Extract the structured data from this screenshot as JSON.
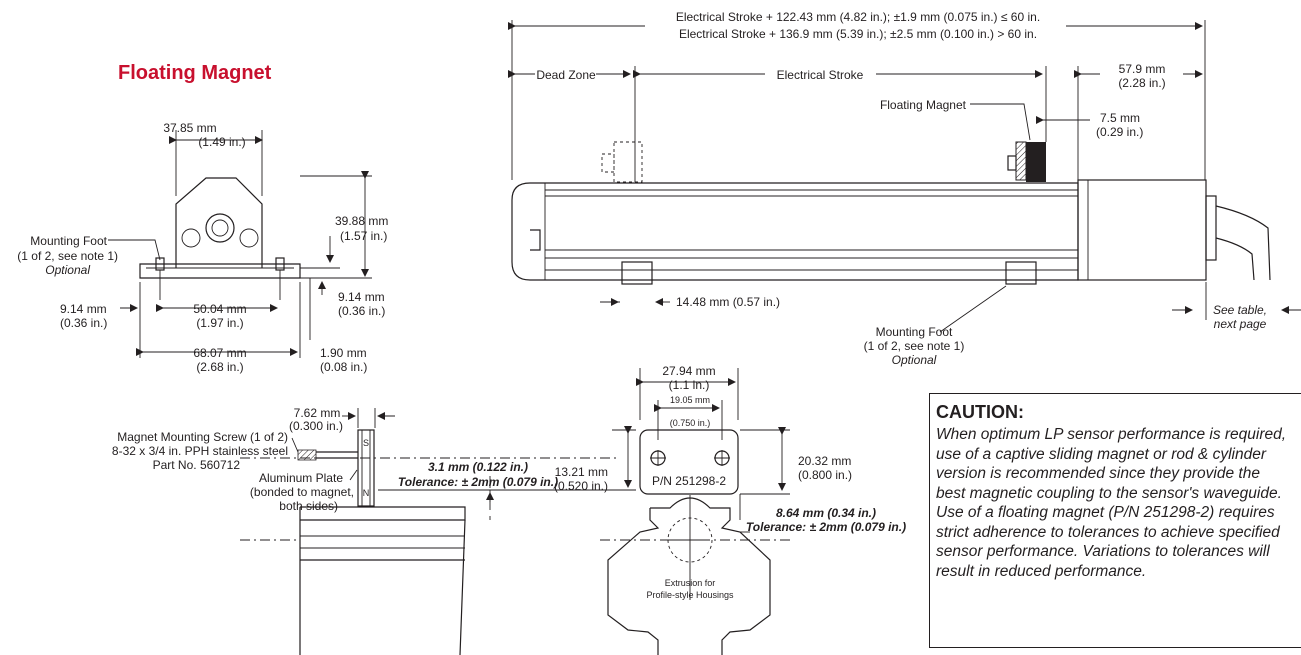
{
  "section_title": "Floating Magnet",
  "front_view": {
    "width_top": [
      "37.85 mm",
      "(1.49 in.)"
    ],
    "height": [
      "39.88 mm",
      "(1.57 in.)"
    ],
    "foot_label": [
      "Mounting Foot",
      "(1 of 2, see note 1)",
      "Optional"
    ],
    "left_offset": [
      "9.14 mm",
      "(0.36 in.)"
    ],
    "right_offset": [
      "9.14 mm",
      "(0.36 in.)"
    ],
    "hole_spacing": [
      "50.04 mm",
      "(1.97 in.)"
    ],
    "overall_width": [
      "68.07 mm",
      "(2.68 in.)"
    ],
    "foot_thickness": [
      "1.90 mm",
      "(0.08 in.)"
    ]
  },
  "side_view": {
    "stroke_line1": "Electrical Stroke + 122.43 mm (4.82 in.); ±1.9 mm (0.075 in.) ≤ 60 in.",
    "stroke_line2": "Electrical Stroke + 136.9 mm (5.39 in.); ±2.5 mm (0.100 in.) > 60 in.",
    "dead_zone": "Dead Zone",
    "electrical_stroke": "Electrical Stroke",
    "end_dim": [
      "57.9 mm",
      "(2.28 in.)"
    ],
    "floating_magnet": "Floating Magnet",
    "magnet_offset": [
      "7.5 mm",
      "(0.29 in.)"
    ],
    "foot_width": "14.48 mm (0.57 in.)",
    "foot_label": [
      "Mounting Foot",
      "(1 of 2, see note 1)",
      "Optional"
    ],
    "see_table": [
      "See table,",
      "next page"
    ]
  },
  "magnet_detail": {
    "plate_width": [
      "7.62 mm",
      "(0.300 in.)"
    ],
    "screw_label": [
      "Magnet Mounting Screw (1 of 2)",
      "8-32 x 3/4 in. PPH stainless steel",
      "Part No. 560712"
    ],
    "plate_label": [
      "Aluminum Plate",
      "(bonded to magnet,",
      "both sides)"
    ],
    "pole_s": "S",
    "pole_n": "N",
    "gap": [
      "3.1 mm (0.122 in.)",
      "Tolerance: ± 2mm (0.079 in.)"
    ],
    "mag_width": [
      "27.94 mm",
      "(1.1 in.)"
    ],
    "hole_spacing": [
      "19.05 mm",
      "(0.750 in.)"
    ],
    "mag_height": [
      "13.21 mm",
      "(0.520 in.)"
    ],
    "part_no": "P/N 251298-2",
    "mag_total_height": [
      "20.32 mm",
      "(0.800 in.)"
    ],
    "gap2": [
      "8.64 mm (0.34 in.)",
      "Tolerance: ± 2mm (0.079 in.)"
    ],
    "extrusion": [
      "Extrusion for",
      "Profile-style Housings"
    ]
  },
  "caution": {
    "title": "CAUTION:",
    "lines": [
      "When optimum LP sensor performance is required,",
      "use of a captive sliding magnet or rod & cylinder",
      "version is recommended since they provide the",
      "best magnetic coupling to the sensor's waveguide.",
      "Use of a floating magnet (P/N 251298-2) requires",
      "strict adherence to tolerances to achieve specified",
      "sensor performance. Variations to tolerances will",
      "result in reduced performance."
    ]
  }
}
